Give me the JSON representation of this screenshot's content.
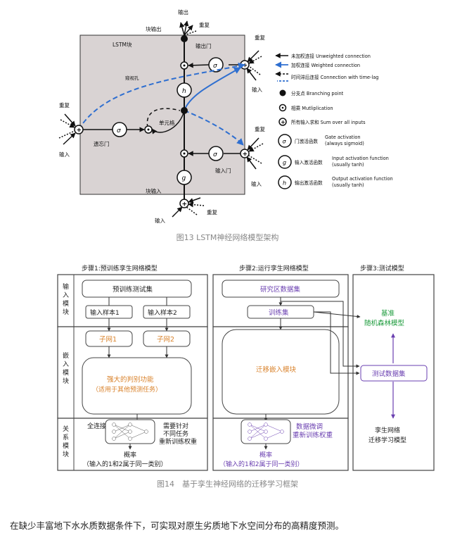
{
  "figure13": {
    "caption": "图13 LSTM神经网络模型架构",
    "labels": {
      "lstm_block": "LSTM块",
      "output": "输出",
      "block_output": "块输出",
      "repeat_top": "重复",
      "output_gate": "输出门",
      "repeat_right_top": "重复",
      "input_right_top": "输入",
      "peephole": "窥视孔",
      "repeat_left": "重复",
      "input_left": "输入",
      "forget_gate": "遗忘门",
      "cell": "单元格",
      "repeat_right_mid": "重复",
      "input_gate": "输入门",
      "input_right_mid": "输入",
      "block_input": "块输入",
      "repeat_bottom": "重复",
      "input_bottom": "输入",
      "sym_sigma": "σ",
      "sym_h": "h",
      "sym_g": "g"
    },
    "legend": [
      {
        "icon": "unweighted-arrow",
        "text": "未加权连接 Unweighted connection"
      },
      {
        "icon": "weighted-arrow",
        "text": "加权连接 Weighted connection",
        "color": "#2f6fd0"
      },
      {
        "icon": "time-lag-arrow",
        "text": "时间滞后连接 Connection with time-lag"
      },
      {
        "icon": "branching-point",
        "text": "分支点 Branching point"
      },
      {
        "icon": "multiplication",
        "text": "相乘 Mutliplication"
      },
      {
        "icon": "sum",
        "text": "所有输入求和 Sum over all inputs"
      },
      {
        "icon": "gate-activation",
        "text1": "门激活函数",
        "text2": "Gate activation",
        "text3": "(always sigmoid)"
      },
      {
        "icon": "input-activation",
        "text1": "输入激活函数",
        "text2": "Input activation function",
        "text3": "(usually tanh)"
      },
      {
        "icon": "output-activation",
        "text1": "输出激活函数",
        "text2": "Output activation function",
        "text3": "(usually tanh)"
      }
    ]
  },
  "figure14": {
    "caption": "图14　基于孪生神经网络的迁移学习框架",
    "step1": "步骤1:预训练孪生网络模型",
    "step2": "步骤2:运行孪生网络模型",
    "step3": "步骤3:测试模型",
    "row_input": [
      "输",
      "入",
      "模",
      "块"
    ],
    "row_embed": [
      "嵌",
      "入",
      "模",
      "块"
    ],
    "row_relation": [
      "关",
      "系",
      "模",
      "块"
    ],
    "pretrain_test_set": "预训练测试集",
    "input_sample1": "输入样本1",
    "input_sample2": "输入样本2",
    "subnet1": "子网1",
    "subnet2": "子网2",
    "strong_function_1": "强大的判别功能",
    "strong_function_2": "（适用于其他预测任务）",
    "fc_layer": "全连接层",
    "fine_tune_note": [
      "需要针对",
      "不同任务",
      "重新训练权重"
    ],
    "prob_1": "概率",
    "prob_note_1": "（输入的1和2属于同一类别）",
    "study_area_set": "研究区数据集",
    "train_set": "训练集",
    "transfer_embed": "迁移嵌入模块",
    "fine_tune_1": "数据微调",
    "fine_tune_2": "重新训练权重",
    "prob_2": "概率",
    "prob_note_2": "（输入的1和2属于同一类别）",
    "baseline_1": "基准",
    "baseline_2": "随机森林模型",
    "test_set": "测试数据集",
    "siamese_1": "孪生网络",
    "siamese_2": "迁移学习模型"
  },
  "paragraph": "在缺少丰富地下水水质数据条件下，可实现对原生劣质地下水空间分布的高精度预测。",
  "colors": {
    "blue": "#2f6fd0",
    "orange": "#d9822b",
    "green": "#1a9a3a",
    "purple": "#6a3fb0",
    "gray_fill": "#d9d3d3"
  }
}
